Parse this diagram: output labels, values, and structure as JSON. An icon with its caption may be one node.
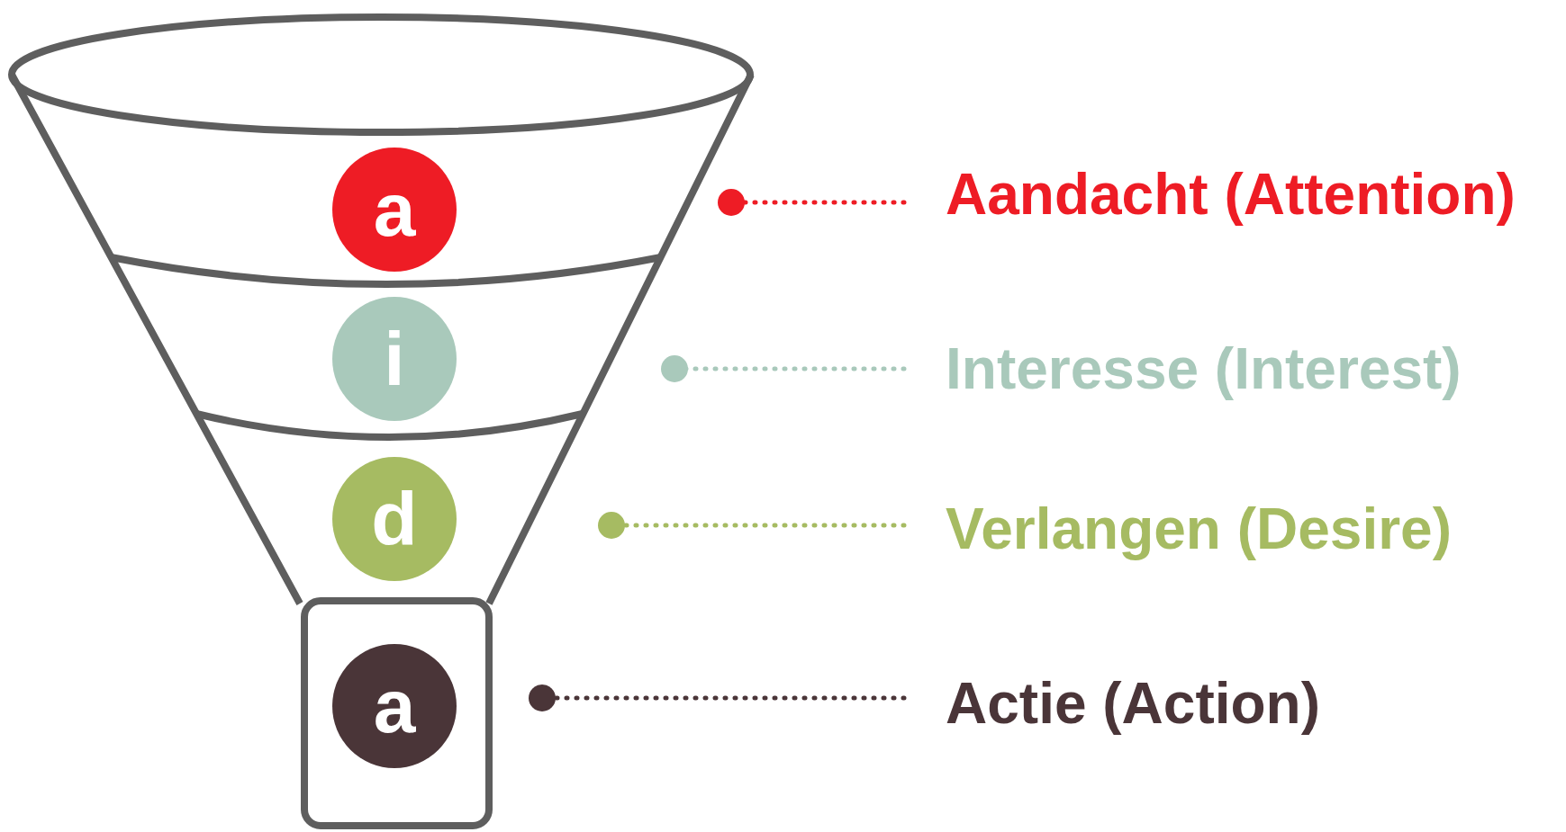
{
  "diagram": {
    "nodes": [
      {
        "text": [
          "a"
        ]
      },
      {
        "text": [
          "i"
        ]
      },
      {
        "text": [
          "d"
        ]
      },
      {
        "text": [
          "a"
        ]
      },
      {
        "text": [
          "Aandacht (Attention)"
        ]
      },
      {
        "text": [
          "Interesse (Interest)"
        ]
      },
      {
        "text": [
          "Verlangen (Desire)"
        ]
      },
      {
        "text": [
          "Actie (Action)"
        ]
      }
    ],
    "edges": [
      {
        "from": 4,
        "to": null,
        "arrow": "other",
        "style": "dashed",
        "color": "#ee1c25"
      },
      {
        "from": 5,
        "to": null,
        "arrow": "other",
        "style": "dashed",
        "color": "#a9c9bb"
      },
      {
        "from": 6,
        "to": null,
        "arrow": "other",
        "style": "dashed",
        "color": "#a6bb62"
      },
      {
        "from": 7,
        "to": null,
        "arrow": "other",
        "style": "dashed",
        "color": "#4a3538"
      }
    ]
  }
}
